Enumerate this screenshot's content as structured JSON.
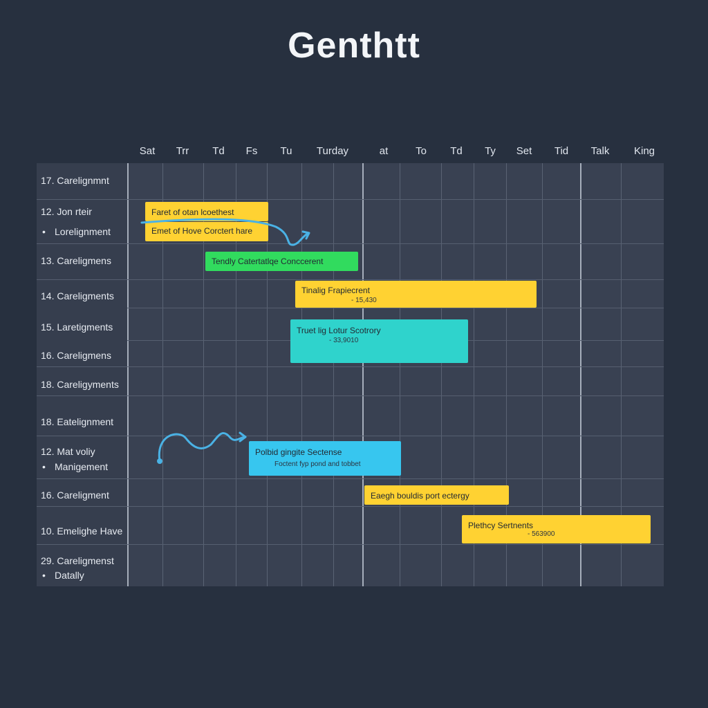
{
  "title": "Genthtt",
  "colors": {
    "background": "#27303f",
    "grid": "#394152",
    "bar_yellow": "#ffd232",
    "bar_green": "#31db5e",
    "bar_teal": "#2fd3cc",
    "bar_blue": "#37c6ef",
    "connector": "#4ab2e5"
  },
  "columns": [
    "Sat",
    "Trr",
    "Td",
    "Fs",
    "Tu",
    "Turday",
    "at",
    "To",
    "Td",
    "Ty",
    "Set",
    "Tid",
    "Talk",
    "King"
  ],
  "rows": [
    {
      "label": "17. Carelignmnt"
    },
    {
      "label": "12. Jon rteir",
      "sub": "Lorelignment"
    },
    {
      "label": "13. Careligmens"
    },
    {
      "label": "14. Careligments"
    },
    {
      "label": "15. Laretigments"
    },
    {
      "label": "16. Careligmens"
    },
    {
      "label": "18. Careligyments"
    },
    {
      "label": "18. Eatelignment"
    },
    {
      "label": "12. Mat voliy",
      "sub": "Manigement"
    },
    {
      "label": "16. Careligment"
    },
    {
      "label": "10. Emelighe Have"
    },
    {
      "label": "29. Careligmenst",
      "sub": "Datally"
    }
  ],
  "tasks": [
    {
      "label": "Faret of otan lcoethest",
      "color": "yellow"
    },
    {
      "label": "Emet of Hove Corctert hare",
      "color": "yellow"
    },
    {
      "label": "Tendly Catertatlqe Conccerent",
      "color": "green"
    },
    {
      "label": "Tinalig Frapiecrent",
      "value": "- 15,430",
      "color": "yellow"
    },
    {
      "label": "Truet lig Lotur Scotrory",
      "value": "- 33,9010",
      "color": "teal"
    },
    {
      "label": "Polbid gingite Sectense",
      "value": "Foctent fyp pond and tobbet",
      "color": "blue"
    },
    {
      "label": "Eaegh bouldis port ectergy",
      "color": "yellow"
    },
    {
      "label": "Plethcy Sertnents",
      "value": "- 563900",
      "color": "yellow"
    }
  ]
}
